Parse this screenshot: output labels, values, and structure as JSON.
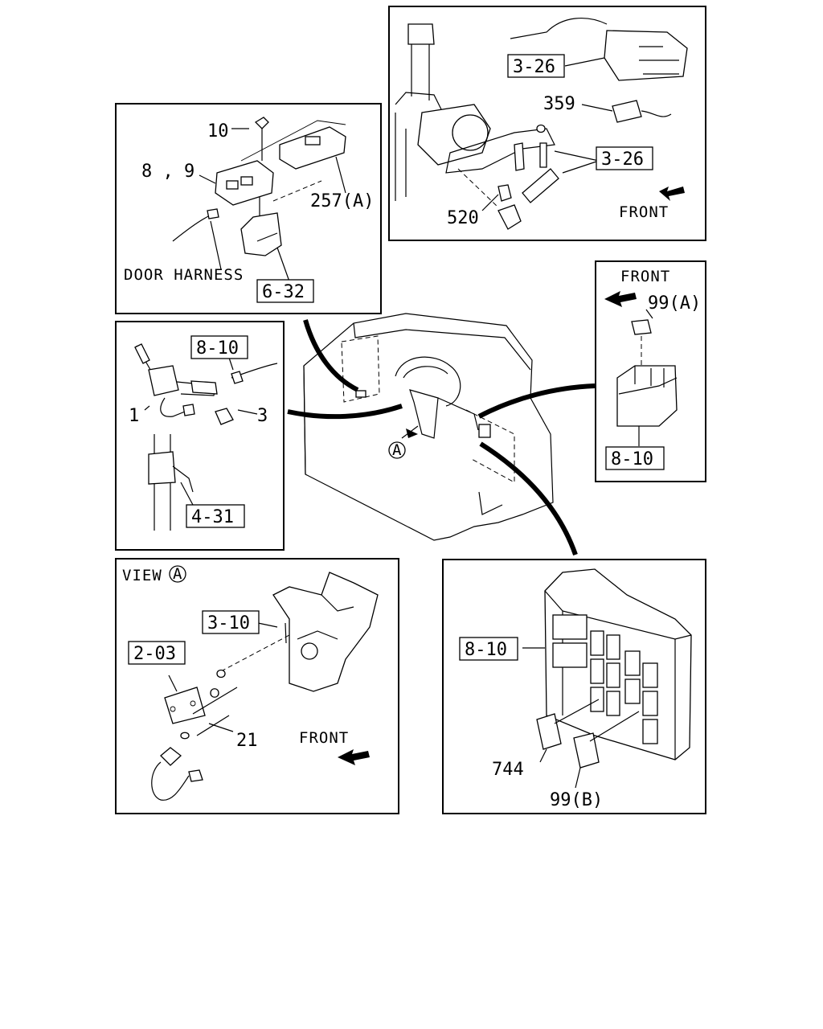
{
  "panels": {
    "door_switch": {
      "label_10": "10",
      "label_8_9": "8 , 9",
      "label_257a": "257(A)",
      "label_door_harness": "DOOR HARNESS",
      "ref_6_32": "6-32"
    },
    "clutch_switch": {
      "ref_3_26_top": "3-26",
      "label_359": "359",
      "ref_3_26_mid": "3-26",
      "label_520": "520",
      "label_front": "FRONT"
    },
    "steering_switch": {
      "ref_8_10": "8-10",
      "label_1": "1",
      "label_3": "3",
      "ref_4_31": "4-31"
    },
    "center": {
      "view_marker": "A"
    },
    "relay_99a": {
      "label_front": "FRONT",
      "label_99a": "99(A)",
      "ref_8_10": "8-10"
    },
    "view_a": {
      "label_view": "VIEW",
      "view_marker": "A",
      "ref_3_10": "3-10",
      "ref_2_03": "2-03",
      "label_21": "21",
      "label_front": "FRONT"
    },
    "relay_box": {
      "ref_8_10": "8-10",
      "label_744": "744",
      "label_99b": "99(B)"
    }
  }
}
